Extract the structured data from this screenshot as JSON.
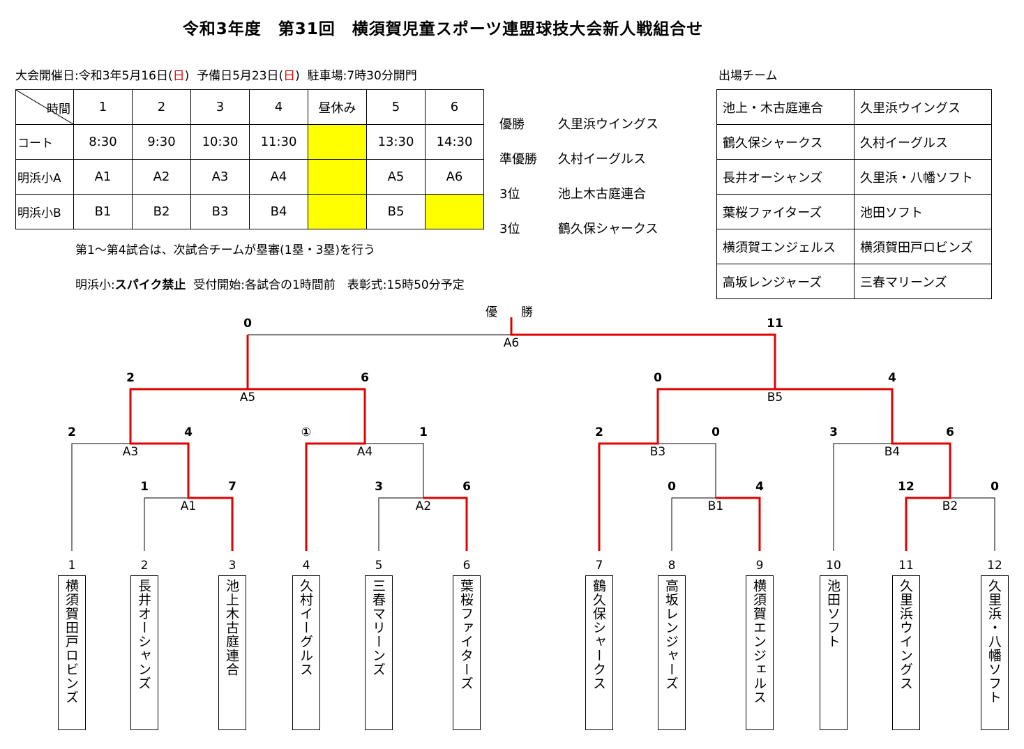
{
  "title": "令和3年度　第31回　横須賀児童スポーツ連盟球技大会新人戦組合せ",
  "info": {
    "date_prefix": "大会開催日:令和3年5月16日(",
    "date_day": "日",
    "date_suffix": ")",
    "reserve_prefix": "予備日5月23日(",
    "reserve_day": "日",
    "reserve_suffix": ")",
    "parking": "駐車場:7時30分開門"
  },
  "schedule": {
    "corner_top": "時間",
    "corner_bottom": "コート",
    "slots": [
      "1",
      "2",
      "3",
      "4",
      "昼休み",
      "5",
      "6"
    ],
    "times": [
      "8:30",
      "9:30",
      "10:30",
      "11:30",
      "",
      "13:30",
      "14:30"
    ],
    "courts": [
      {
        "name": "明浜小A",
        "games": [
          "A1",
          "A2",
          "A3",
          "A4",
          "",
          "A5",
          "A6"
        ]
      },
      {
        "name": "明浜小B",
        "games": [
          "B1",
          "B2",
          "B3",
          "B4",
          "",
          "B5",
          ""
        ]
      }
    ]
  },
  "notes": {
    "umpire": "第1～第4試合は、次試合チームが塁審(1塁・3塁)を行う",
    "venue_prefix": "明浜小:",
    "spike": "スパイク禁止",
    "venue_suffix": "受付開始:各試合の1時間前　表彰式:15時50分予定"
  },
  "results": [
    {
      "rank": "優勝",
      "team": "久里浜ウイングス"
    },
    {
      "rank": "準優勝",
      "team": "久村イーグルス"
    },
    {
      "rank": "3位",
      "team": "池上木古庭連合"
    },
    {
      "rank": "3位",
      "team": "鶴久保シャークス"
    }
  ],
  "participants": {
    "title": "出場チーム",
    "teams": [
      [
        "池上・木古庭連合",
        "久里浜ウイングス"
      ],
      [
        "鶴久保シャークス",
        "久村イーグルス"
      ],
      [
        "長井オーシャンズ",
        "久里浜・八幡ソフト"
      ],
      [
        "葉桜ファイターズ",
        "池田ソフト"
      ],
      [
        "横須賀エンジェルス",
        "横須賀田戸ロビンズ"
      ],
      [
        "高坂レンジャーズ",
        "三春マリーンズ"
      ]
    ]
  },
  "bracket": {
    "champion_label": "優　　勝",
    "slots": [
      {
        "num": "1",
        "team": "横須賀田戸ロビンズ"
      },
      {
        "num": "2",
        "team": "長井オーシャンズ"
      },
      {
        "num": "3",
        "team": "池上木古庭連合"
      },
      {
        "num": "4",
        "team": "久村イーグルス"
      },
      {
        "num": "5",
        "team": "三春マリーンズ"
      },
      {
        "num": "6",
        "team": "葉桜ファイターズ"
      },
      {
        "num": "7",
        "team": "鶴久保シャークス"
      },
      {
        "num": "8",
        "team": "高坂レンジャーズ"
      },
      {
        "num": "9",
        "team": "横須賀エンジェルス"
      },
      {
        "num": "10",
        "team": "池田ソフト"
      },
      {
        "num": "11",
        "team": "久里浜ウイングス"
      },
      {
        "num": "12",
        "team": "久里浜・八幡ソフト"
      }
    ],
    "matches": [
      {
        "id": "A1",
        "score_left": "1",
        "score_right": "7"
      },
      {
        "id": "A2",
        "score_left": "3",
        "score_right": "6"
      },
      {
        "id": "A3",
        "score_left": "2",
        "score_right": "4"
      },
      {
        "id": "A4",
        "score_left": "①",
        "score_right": "1"
      },
      {
        "id": "A5",
        "score_left": "2",
        "score_right": "6"
      },
      {
        "id": "B1",
        "score_left": "0",
        "score_right": "4"
      },
      {
        "id": "B2",
        "score_left": "12",
        "score_right": "0"
      },
      {
        "id": "B3",
        "score_left": "2",
        "score_right": "0"
      },
      {
        "id": "B4",
        "score_left": "3",
        "score_right": "6"
      },
      {
        "id": "B5",
        "score_left": "0",
        "score_right": "4"
      },
      {
        "id": "A6",
        "score_left": "0",
        "score_right": "11"
      }
    ]
  },
  "colors": {
    "winner_line": "#e00000",
    "lunch": "#ffff00",
    "holiday": "#e00000"
  }
}
